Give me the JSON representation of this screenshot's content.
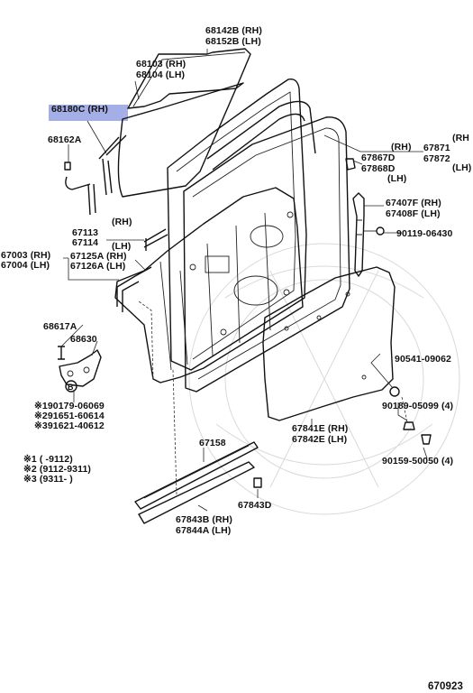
{
  "labels": {
    "p68142B": "68142B (RH)",
    "p68152B": "68152B (LH)",
    "p68103": "68103 (RH)",
    "p68104": "68104 (LH)",
    "p68180C": "68180C (RH)",
    "p68162A": "68162A",
    "rh_67871": "(RH)",
    "p67871": "67871",
    "p67872": "67872",
    "rh_right": "(RH",
    "lh_right": "(LH)",
    "p67867D": "67867D",
    "p67868D": "67868D",
    "lh_67868D": "(LH)",
    "p67407F": "67407F (RH)",
    "p67408F": "67408F (LH)",
    "p90119": "90119-06430",
    "rh_67113": "(RH)",
    "p67113": "67113",
    "p67114": "67114",
    "lh_67114": "(LH)",
    "p67003": "67003 (RH)",
    "p67004": "67004 (LH)",
    "p67125A": "67125A (RH)",
    "p67126A": "67126A (LH)",
    "p68617A": "68617A",
    "p68630": "68630",
    "circleB": "B",
    "star1": "※190179-06069",
    "star2": "※291651-60614",
    "star3": "※391621-40612",
    "note1": "※1 (      -9112)",
    "note2": "※2 (9112-9311)",
    "note3": "※3 (9311-      )",
    "p90541": "90541-09062",
    "p90189": "90189-05099 (4)",
    "p67841E": "67841E (RH)",
    "p67842E": "67842E (LH)",
    "p90159": "90159-50050 (4)",
    "p67158": "67158",
    "p67843D": "67843D",
    "p67843B": "67843B (RH)",
    "p67844A": "67844A (LH)",
    "diagram_id": "670923"
  },
  "colors": {
    "highlight": "#9aa6e6",
    "ink": "#111111"
  }
}
